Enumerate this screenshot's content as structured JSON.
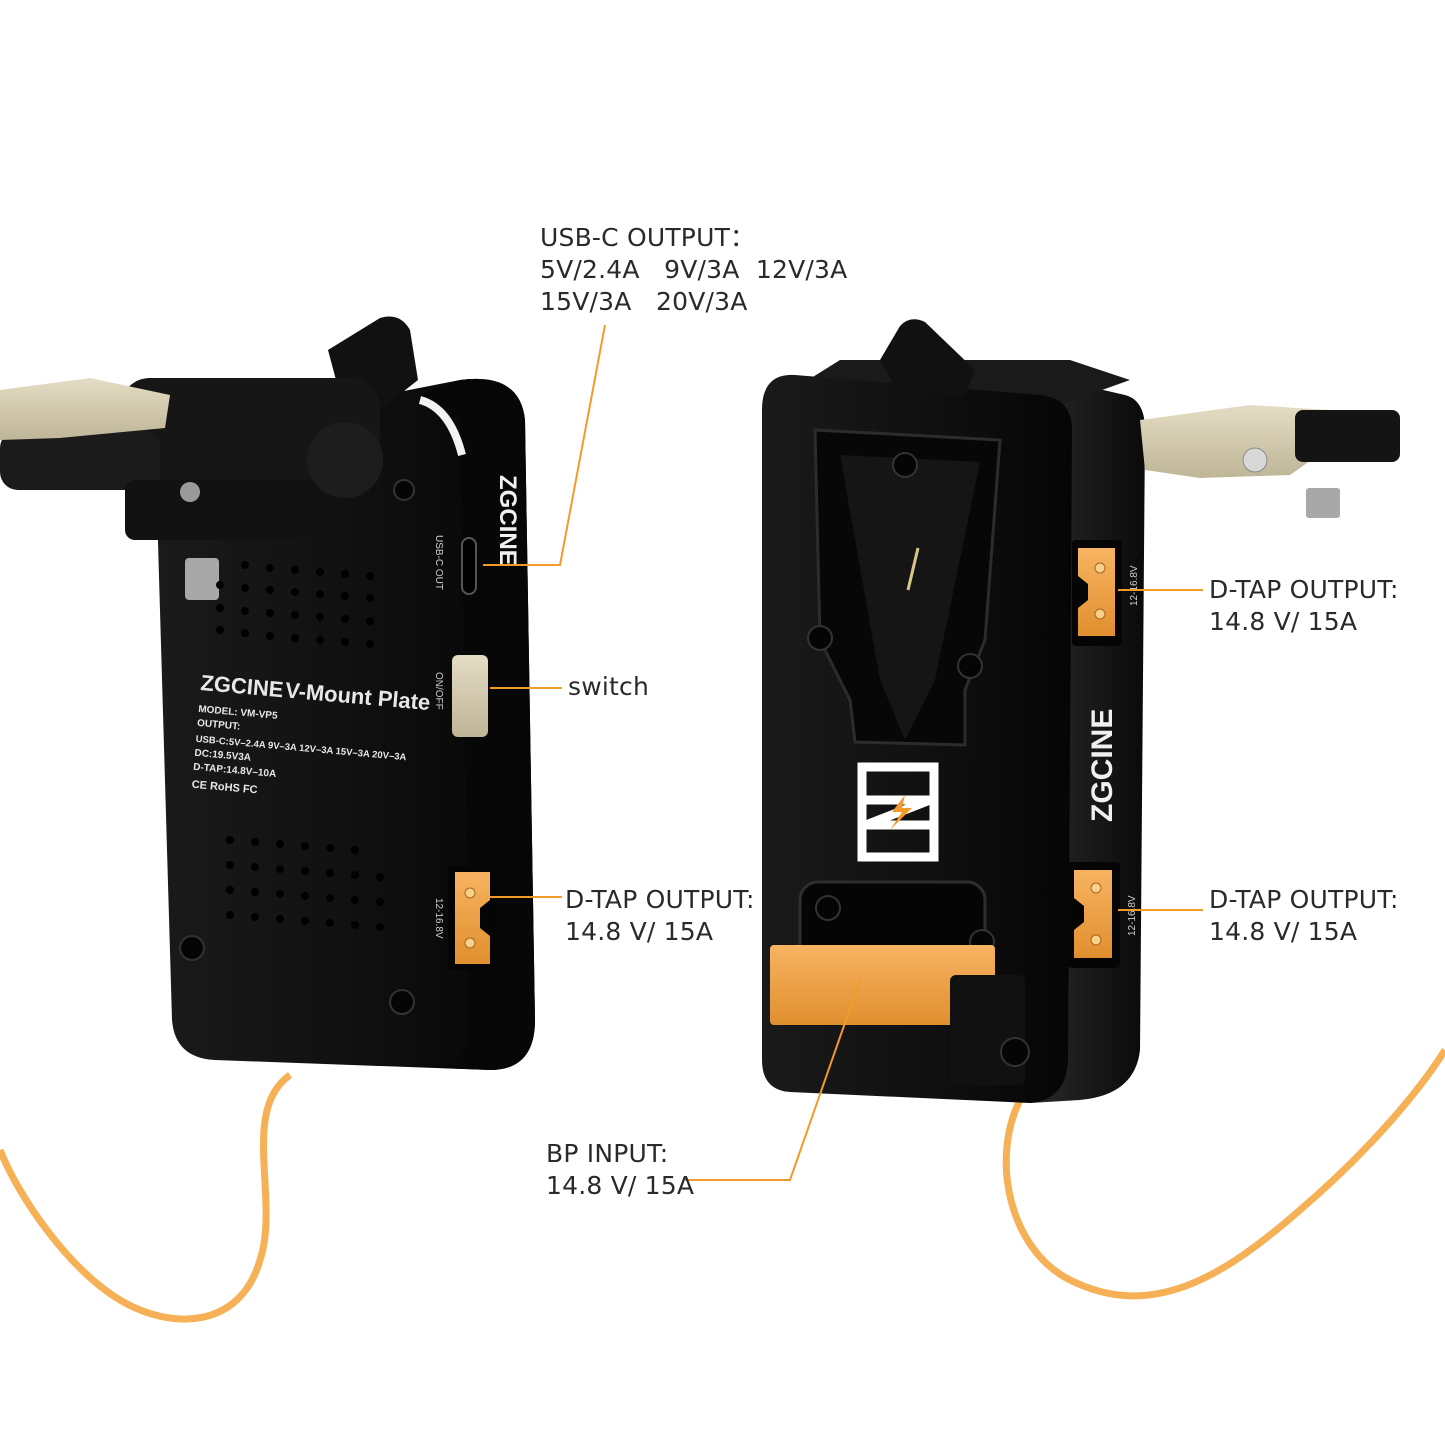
{
  "accent_color": "#f39a2a",
  "device_color": "#0d0d0d",
  "cable_color": "#f6b055",
  "usb_c_callout": {
    "title": "USB-C OUTPUT：",
    "line1": "5V/2.4A   9V/3A  12V/3A",
    "line2": "15V/3A   20V/3A"
  },
  "switch_callout": {
    "label": "switch"
  },
  "left_dtap_callout": {
    "title": "D-TAP OUTPUT:",
    "value": "14.8 V/ 15A"
  },
  "right_top_dtap_callout": {
    "title": "D-TAP OUTPUT:",
    "value": "14.8 V/ 15A"
  },
  "right_bottom_dtap_callout": {
    "title": "D-TAP OUTPUT:",
    "value": "14.8 V/ 15A"
  },
  "bp_input_callout": {
    "title": "BP INPUT:",
    "value": "14.8 V/ 15A"
  },
  "left_device": {
    "brand": "ZGCINE",
    "product_name": "V-Mount Plate",
    "model": "MODEL: VM-VP5",
    "output_heading": "OUTPUT:",
    "spec_usb": "USB-C:5V–2.4A 9V–3A 12V–3A 15V–3A 20V–3A",
    "spec_dc": "DC:19.5V3A",
    "spec_dtap": "D-TAP:14.8V–10A",
    "cert_marks": "CE RoHS FC",
    "usb_port_label": "USB-C OUT",
    "switch_label": "ON/OFF",
    "dtap_label": "12-16.8V"
  },
  "right_device": {
    "brand": "ZGCINE",
    "dtap_label_top": "12-16.8V",
    "dtap_label_bottom": "12-16.8V"
  }
}
